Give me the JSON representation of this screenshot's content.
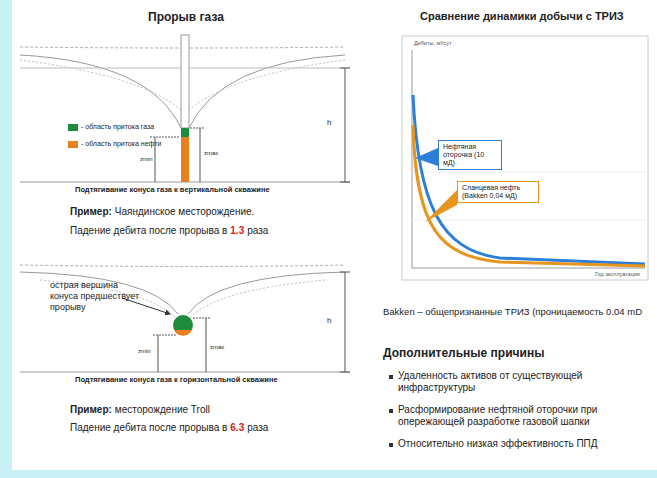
{
  "diagram": {
    "nodes": [
      {
        "text": [
          "Нефтяная оторочка (10 мД)"
        ]
      },
      {
        "text": [
          "Сланцевая нефть (Bakken 0,04 мД)"
        ]
      }
    ],
    "labels": [
      "Прорыв газа",
      "Сравнение динамики добычи с ТРИЗ",
      "h",
      "zmin",
      "zmax",
      "Подтягивание конуса газа к вертикальной скважине",
      "Пример:",
      "Чаяндинское месторождение.",
      "Падение дебита после прорыва в",
      "1.3",
      "раза",
      "острая вершина конуса предшествует прорыву",
      "h",
      "zmin",
      "zmax",
      "Подтягивание конуса газа к горизонтальной скважине",
      "Пример:",
      "месторождение Troll",
      "Падение дебита после прорыва в",
      "6.3",
      "раза",
      "Дебиты, м³/сут",
      "Год эксплуатации",
      "Bakken – общепризнанные ТРИЗ (проницаемость 0.04 mD",
      "Дополнительные причины",
      "Удаленность активов от существующей инфраструктуры",
      "Расформирование нефтяной оторочки при опережающей разработке газовой шапки",
      "Относительно низкая эффективность ППД"
    ],
    "legend": [
      {
        "text": "- область притока газа",
        "color": "#1e8c3c"
      },
      {
        "text": "- область притока нефти",
        "color": "#e8801f"
      }
    ]
  }
}
